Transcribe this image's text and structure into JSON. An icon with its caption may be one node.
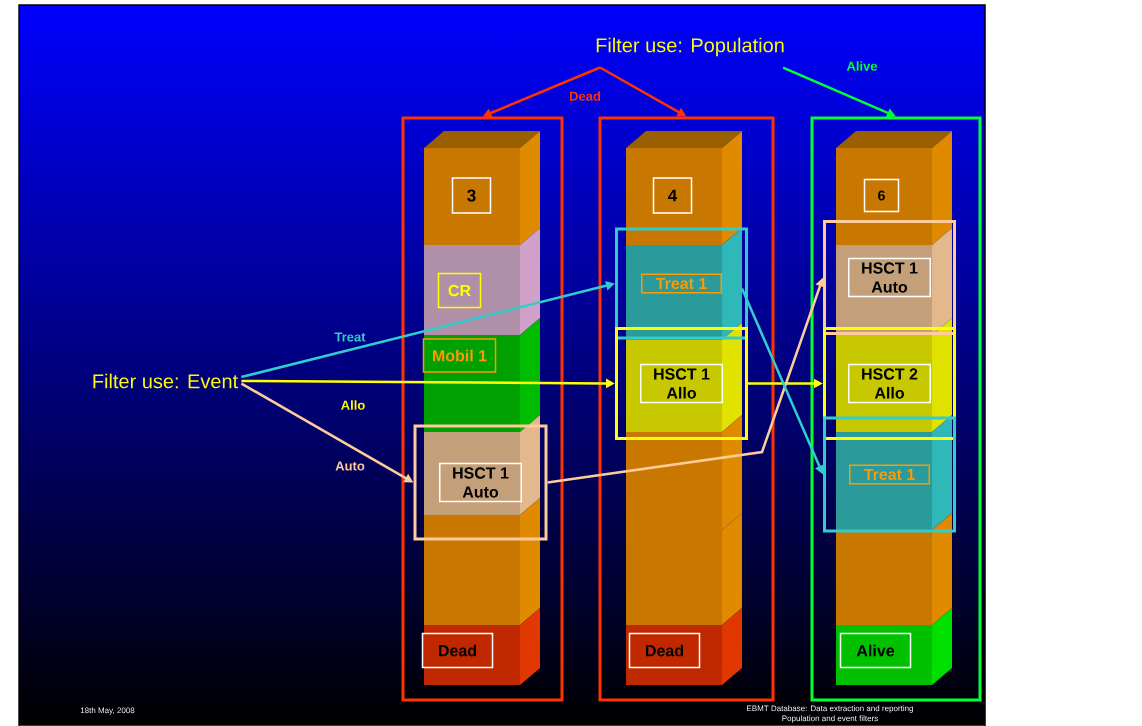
{
  "diagram": {
    "nodes": [
      {
        "text": [
          "Filter use: Population"
        ]
      },
      {
        "text": [
          "Filter use: Event"
        ]
      },
      {
        "text": [],
        "shape": "box"
      },
      {
        "text": [],
        "shape": "box"
      },
      {
        "text": [],
        "shape": "box"
      },
      {
        "text": [
          "3"
        ],
        "in": 2
      },
      {
        "text": [
          "CR"
        ],
        "in": 2
      },
      {
        "text": [
          "Mobil 1"
        ],
        "in": 2
      },
      {
        "text": [
          "HSCT 1 Auto"
        ],
        "in": 2
      },
      {
        "text": [
          "Dead"
        ],
        "in": 2
      },
      {
        "text": [
          "4"
        ],
        "in": 3
      },
      {
        "text": [
          "Treat 1"
        ],
        "in": 3
      },
      {
        "text": [
          "HSCT 1 Allo"
        ],
        "in": 3
      },
      {
        "text": [
          "Dead"
        ],
        "in": 3
      },
      {
        "text": [
          "6"
        ],
        "in": 4
      },
      {
        "text": [
          "HSCT 1 Auto"
        ],
        "in": 4
      },
      {
        "text": [
          "HSCT 2 Allo"
        ],
        "in": 4
      },
      {
        "text": [
          "Treat 1"
        ],
        "in": 4
      },
      {
        "text": [
          "Alive"
        ],
        "in": 4
      }
    ],
    "edges": [
      {
        "from": 0,
        "to": 2,
        "arrow": "to",
        "label": "Dead",
        "color": "#ff3300"
      },
      {
        "from": 0,
        "to": 3,
        "arrow": "to",
        "color": "#ff3300"
      },
      {
        "from": 0,
        "to": 4,
        "arrow": "to",
        "label": "Alive",
        "color": "#00ff33"
      },
      {
        "from": 1,
        "to": 11,
        "arrow": "to",
        "label": "Treat",
        "color": "#33cccc"
      },
      {
        "from": 1,
        "to": 12,
        "arrow": "to",
        "label": "Allo",
        "color": "#ffff00"
      },
      {
        "from": 1,
        "to": 8,
        "arrow": "to",
        "label": "Auto",
        "color": "#ffcc99"
      },
      {
        "from": 12,
        "to": 16,
        "arrow": "to",
        "color": "#ffff00"
      },
      {
        "from": 8,
        "to": 15,
        "arrow": "to",
        "color": "#ffcc99"
      },
      {
        "from": 11,
        "to": 17,
        "arrow": "to",
        "color": "#33cccc"
      }
    ],
    "labels": [
      "18th May, 2008",
      "EBMT Database: Data extraction and reporting",
      "Population and event filters"
    ]
  }
}
